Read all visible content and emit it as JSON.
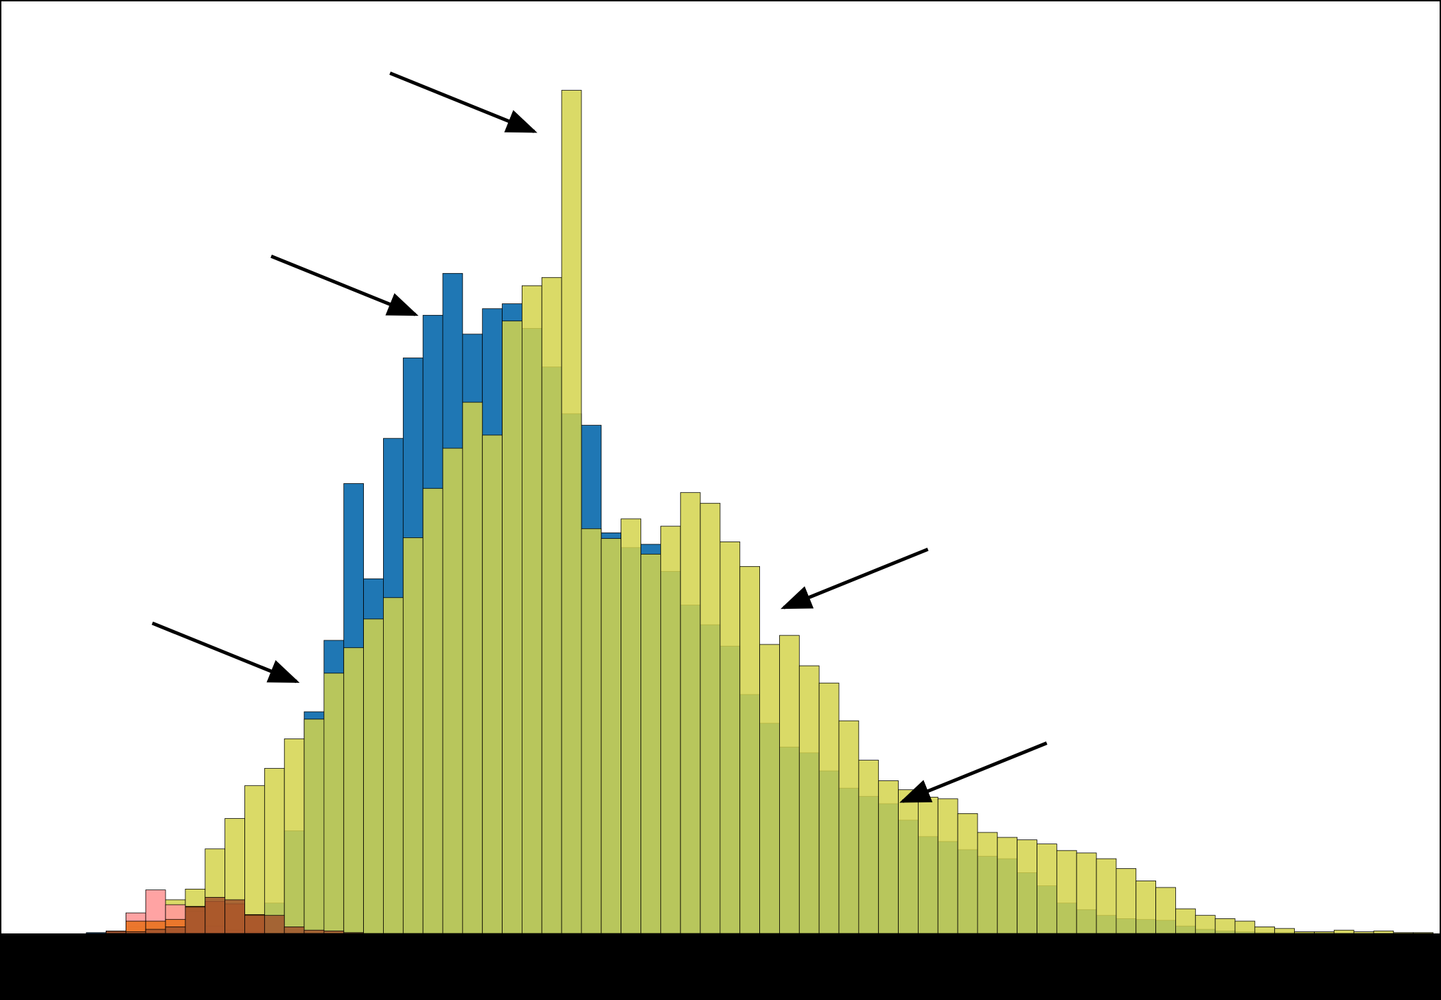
{
  "chart_data": {
    "type": "bar",
    "title": "",
    "xlabel": "",
    "ylabel": "",
    "overlaid": true,
    "bin_width": 1,
    "x_start": 0,
    "ylim": [
      0,
      1137
    ],
    "grid": false,
    "legend": "none",
    "series": [
      {
        "key": "blue",
        "color": "#1f77b4",
        "values": [
          0,
          0,
          1,
          3,
          0,
          0,
          0,
          0,
          0,
          0,
          0,
          37,
          125,
          270,
          357,
          548,
          432,
          603,
          701,
          753,
          804,
          730,
          761,
          767,
          737,
          690,
          633,
          619,
          488,
          470,
          474,
          441,
          400,
          376,
          350,
          291,
          256,
          227,
          220,
          198,
          177,
          167,
          158,
          138,
          118,
          112,
          102,
          94,
          91,
          74,
          58,
          37,
          29,
          22,
          18,
          17,
          16,
          9,
          5,
          3,
          2,
          1,
          1,
          1,
          1,
          0,
          0,
          0,
          0,
          0,
          0,
          0,
          0
        ]
      },
      {
        "key": "yellow",
        "color": "#d4d44c",
        "alpha": 0.85,
        "values": [
          0,
          0,
          0,
          1,
          8,
          13,
          41,
          54,
          103,
          140,
          180,
          201,
          237,
          261,
          317,
          348,
          383,
          409,
          482,
          542,
          591,
          647,
          607,
          746,
          789,
          799,
          1027,
          493,
          481,
          505,
          462,
          496,
          537,
          524,
          477,
          447,
          352,
          363,
          326,
          305,
          259,
          211,
          186,
          175,
          166,
          164,
          146,
          123,
          117,
          114,
          109,
          101,
          98,
          91,
          79,
          64,
          56,
          30,
          22,
          18,
          15,
          8,
          6,
          2,
          2,
          4,
          2,
          3,
          1,
          1,
          0,
          0,
          0
        ]
      },
      {
        "key": "pink",
        "color": "#ff9999",
        "alpha": 0.9,
        "values": [
          0,
          0,
          0,
          2,
          25,
          53,
          35,
          27,
          9,
          4,
          2,
          0,
          0,
          0,
          0,
          0,
          0,
          0,
          0,
          0,
          0,
          0,
          0,
          0,
          0,
          0,
          0,
          0,
          0,
          0,
          0,
          0,
          0,
          0,
          0,
          0,
          0,
          0,
          0,
          0,
          0,
          0,
          0,
          0,
          0,
          0,
          0,
          0,
          0,
          0,
          0,
          0,
          0,
          0,
          0,
          0,
          0,
          0,
          0,
          0,
          0,
          0,
          0,
          0,
          0,
          0,
          0,
          0,
          0,
          0,
          0,
          0,
          0
        ]
      },
      {
        "key": "orange",
        "color": "#e8701a",
        "alpha": 0.85,
        "values": [
          0,
          0,
          0,
          1,
          15,
          15,
          17,
          33,
          39,
          36,
          23,
          0,
          0,
          0,
          0,
          0,
          0,
          0,
          0,
          0,
          0,
          0,
          0,
          0,
          0,
          0,
          0,
          0,
          0,
          0,
          0,
          0,
          0,
          0,
          0,
          0,
          0,
          0,
          0,
          0,
          0,
          0,
          0,
          0,
          0,
          0,
          0,
          0,
          0,
          0,
          0,
          0,
          0,
          0,
          0,
          0,
          0,
          0,
          0,
          0,
          0,
          0,
          0,
          0,
          0,
          0,
          0,
          0,
          0,
          0,
          0,
          0,
          0
        ]
      },
      {
        "key": "brown",
        "color": "#a0522d",
        "alpha": 0.85,
        "values": [
          0,
          0,
          0,
          3,
          2,
          5,
          8,
          32,
          44,
          41,
          22,
          22,
          8,
          4,
          3,
          1,
          0,
          0,
          0,
          0,
          0,
          0,
          0,
          0,
          0,
          0,
          0,
          0,
          0,
          0,
          0,
          0,
          0,
          0,
          0,
          0,
          0,
          0,
          0,
          0,
          0,
          0,
          0,
          0,
          0,
          0,
          0,
          0,
          0,
          0,
          0,
          0,
          0,
          0,
          0,
          0,
          0,
          0,
          0,
          0,
          0,
          0,
          0,
          0,
          0,
          0,
          0,
          0,
          0,
          0,
          0,
          0,
          0
        ]
      }
    ],
    "annotations": [
      {
        "type": "arrow",
        "points_to_bin": 26,
        "color": "#000000"
      },
      {
        "type": "arrow",
        "points_to_bin": 20,
        "color": "#000000"
      },
      {
        "type": "arrow",
        "points_to_bin": 14,
        "color": "#000000"
      },
      {
        "type": "arrow",
        "points_to_bin": 35,
        "color": "#000000"
      },
      {
        "type": "arrow",
        "points_to_bin": 41,
        "color": "#000000"
      }
    ],
    "bottom_band_color": "#000000",
    "border_color": "#000000"
  }
}
